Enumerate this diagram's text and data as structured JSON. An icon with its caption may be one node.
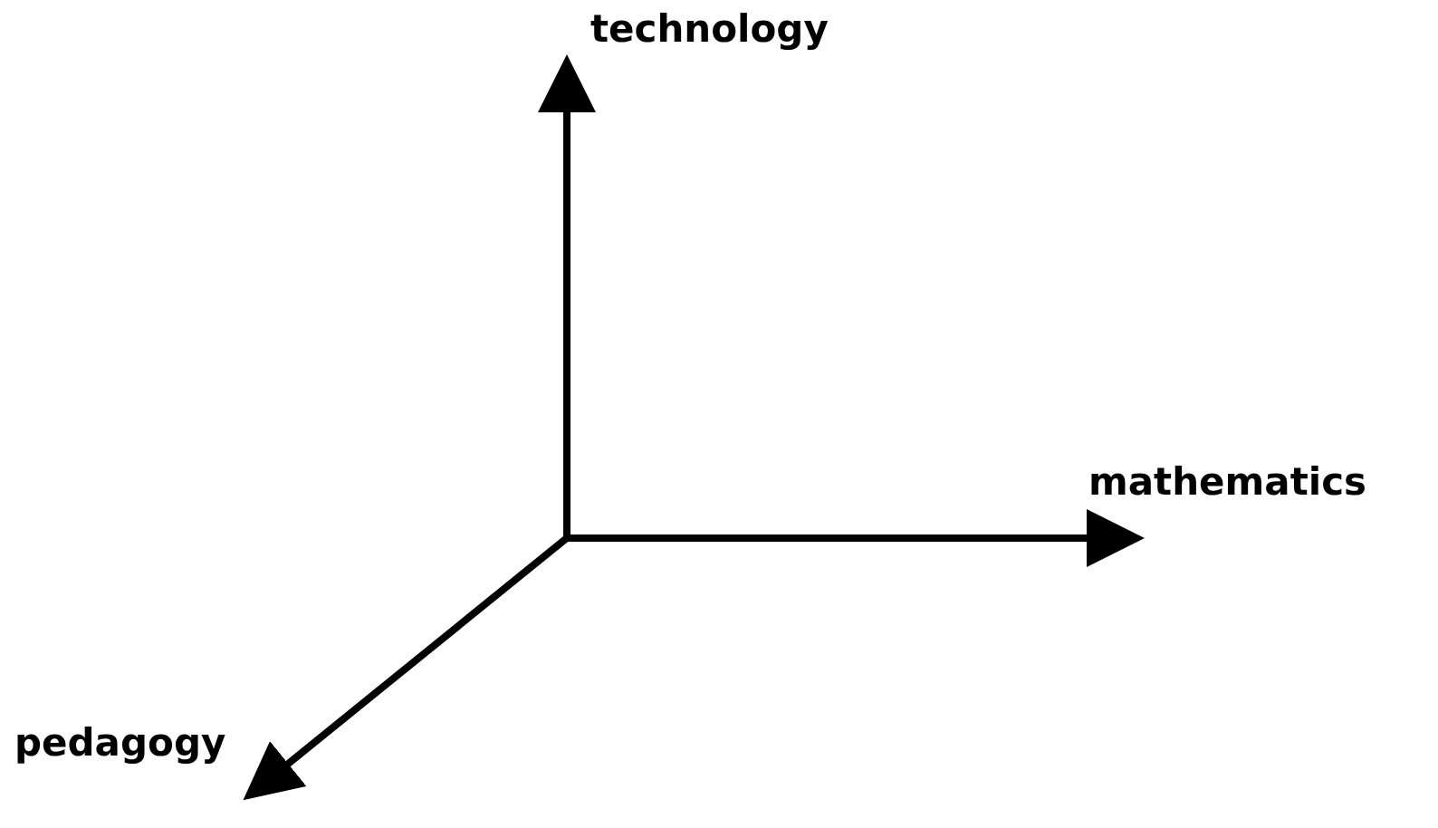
{
  "diagram": {
    "labels": [
      "technology",
      "mathematics",
      "pedagogy"
    ]
  }
}
